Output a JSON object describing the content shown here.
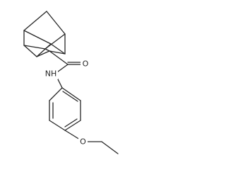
{
  "molecule": {
    "atoms": {
      "carbonyl_oxygen": "O",
      "amide_nitrogen": "NH",
      "ether_oxygen": "O"
    },
    "colors": {
      "ink": "#262626",
      "background": "#ffffff"
    }
  }
}
